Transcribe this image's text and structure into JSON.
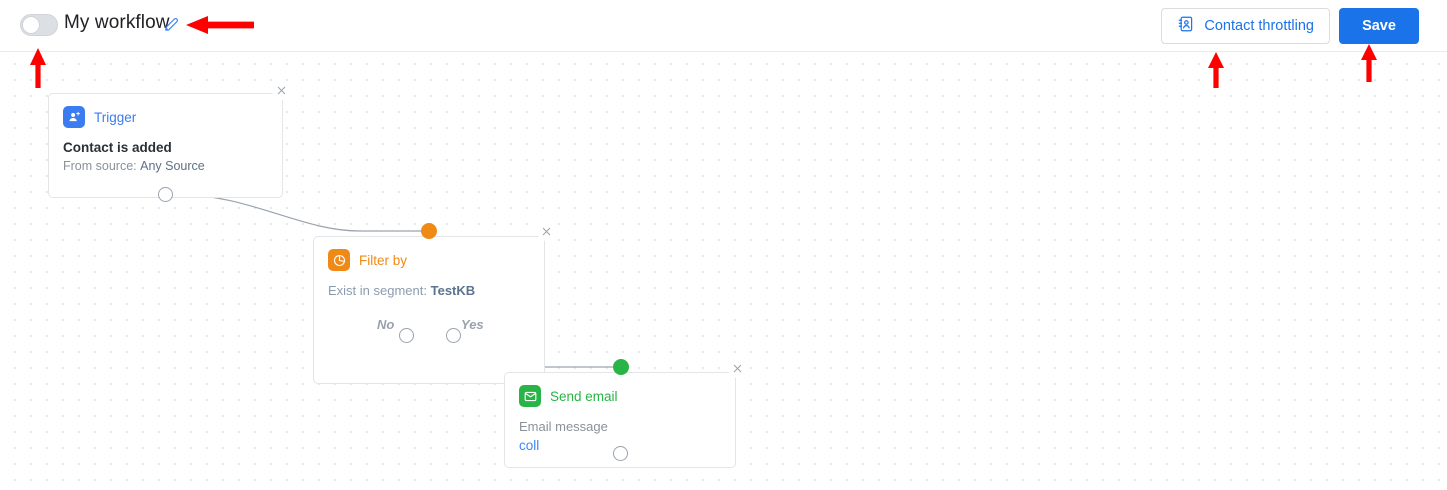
{
  "header": {
    "toggle": {
      "name": "workflow-enabled-toggle",
      "state": "off"
    },
    "title": "My workflow",
    "edit_icon": "pencil-icon",
    "throttle_button": {
      "label": "Contact throttling",
      "icon": "contact-book-icon"
    },
    "save_button": {
      "label": "Save"
    }
  },
  "colors": {
    "accent_blue": "#1a73e8",
    "trigger_blue": "#3b7cf0",
    "filter_orange": "#ef8a17",
    "email_green": "#28b446",
    "annotation_red": "#ff0000",
    "port_gray": "#9aa3ad"
  },
  "nodes": [
    {
      "id": "trigger",
      "type_label": "Trigger",
      "icon": "contact-add-icon",
      "title": "Contact is added",
      "sub_prefix": "From source:",
      "sub_value": "Any Source",
      "close_icon": "close-icon"
    },
    {
      "id": "filter",
      "type_label": "Filter by",
      "icon": "segment-pie-icon",
      "detail_prefix": "Exist in segment:",
      "detail_value": "TestKB",
      "branch_no": "No",
      "branch_yes": "Yes",
      "close_icon": "close-icon"
    },
    {
      "id": "send-email",
      "type_label": "Send email",
      "icon": "envelope-icon",
      "detail": "Email message",
      "link": "coll",
      "close_icon": "close-icon"
    }
  ],
  "annotations": [
    {
      "name": "arrow-to-toggle",
      "direction": "up"
    },
    {
      "name": "arrow-to-edit-title",
      "direction": "left"
    },
    {
      "name": "arrow-to-contact-throttling",
      "direction": "up"
    },
    {
      "name": "arrow-to-save",
      "direction": "up"
    }
  ]
}
